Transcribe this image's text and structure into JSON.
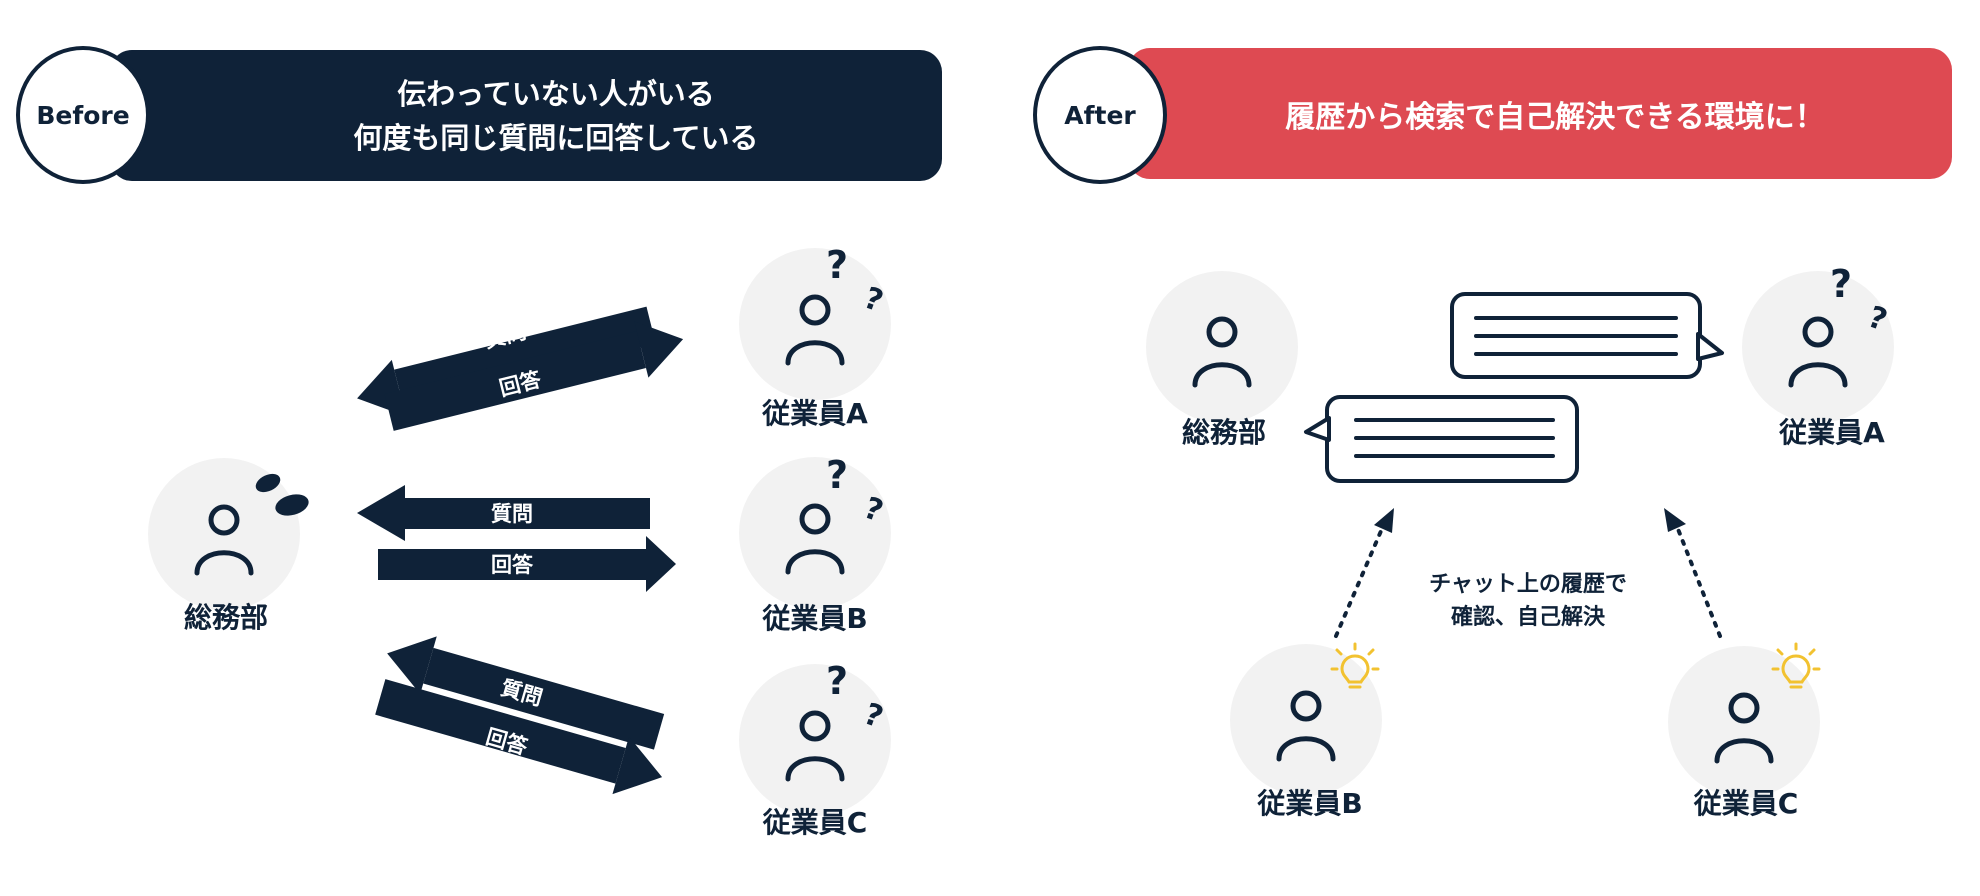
{
  "before": {
    "badge": "Before",
    "title_lines": [
      "伝わっていない人がいる",
      "何度も同じ質問に回答している"
    ],
    "center": "総務部",
    "employees": [
      "従業員A",
      "従業員B",
      "従業員C"
    ],
    "question_label": "質問",
    "answer_label": "回答"
  },
  "after": {
    "badge": "After",
    "title": "履歴から検索で自己解決できる環境に！",
    "center": "総務部",
    "employees": [
      "従業員A",
      "従業員B",
      "従業員C"
    ],
    "note_lines": [
      "チャット上の履歴で",
      "確認、自己解決"
    ]
  },
  "colors": {
    "navy": "#0f2238",
    "red": "#de4a52",
    "avatar_bg": "#f2f2f2",
    "bulb": "#f2c230"
  },
  "icons": [
    "person-icon",
    "question-mark-icon",
    "sweat-drops-icon",
    "chat-bubble-icon",
    "lightbulb-icon",
    "dotted-arrow-icon"
  ]
}
